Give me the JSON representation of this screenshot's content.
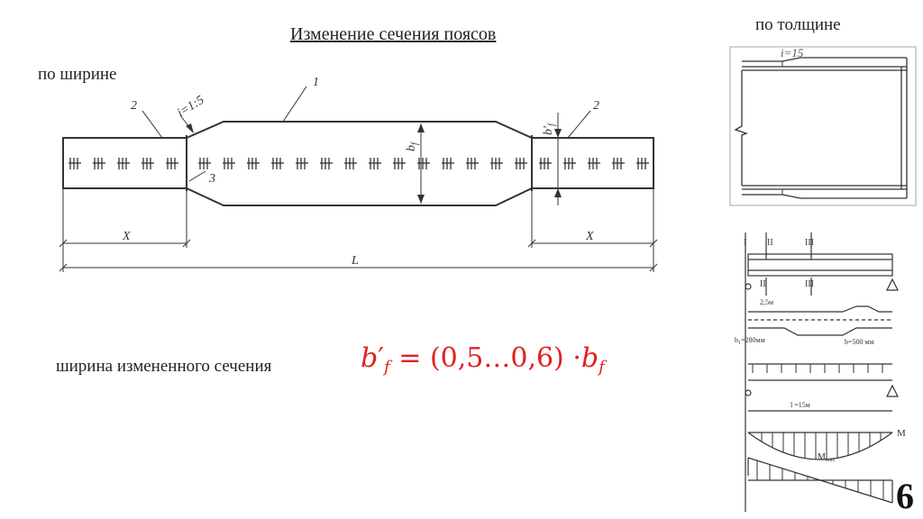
{
  "title": "Изменение сечения поясов",
  "label_width": "по ширине",
  "label_thickness": "по толщине",
  "label_changed_section": "ширина измененного сечения",
  "formula": {
    "lhs": "b",
    "lhs_sub": "f",
    "lhs_prime": "′",
    "eq": "=",
    "range": "(0,5…0,6)",
    "dot": "·",
    "rhs": "b",
    "rhs_sub": "f"
  },
  "plan_diagram": {
    "callouts": [
      "1",
      "2",
      "2",
      "3"
    ],
    "slope": "i=1:5",
    "dim_x": "X",
    "dim_l": "L",
    "dim_bf": "b",
    "dim_bf_sub": "f",
    "dim_bf_prime": "b′",
    "dim_bf_prime_sub": "f"
  },
  "thickness_diagram": {
    "slope": "i=15"
  },
  "beam_diagram": {
    "section_marks": [
      "I",
      "II",
      "III"
    ],
    "dim_25": "2,5м",
    "dim_b1": "b",
    "dim_b1_sub": "1",
    "dim_b1_value": "=280мм",
    "dim_b": "b=500 мм",
    "dim_l": "l =15м",
    "moment": "M",
    "moment_max": "M",
    "moment_max_sub": "max"
  },
  "page_number": "6",
  "colors": {
    "formula_red": "#e02020",
    "line": "#333333"
  }
}
